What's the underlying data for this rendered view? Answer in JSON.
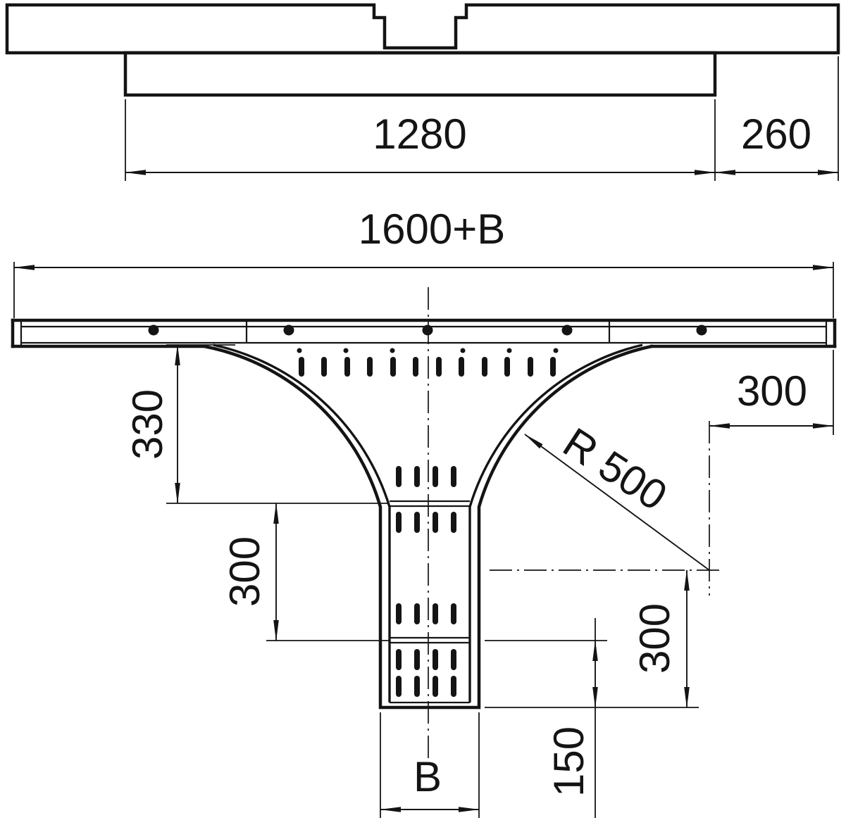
{
  "top_view": {
    "dim_1280": "1280",
    "dim_260": "260"
  },
  "front_view": {
    "dim_overall": "1600+B",
    "dim_330": "330",
    "dim_300_right_top": "300",
    "radius_label": "R 500",
    "dim_300_left": "300",
    "dim_300_right_bottom": "300",
    "dim_150": "150",
    "dim_branch_width": "B"
  }
}
